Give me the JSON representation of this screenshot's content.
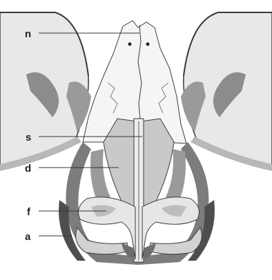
{
  "labels": {
    "n": "n",
    "s": "s",
    "d": "d",
    "f": "f",
    "a": "a"
  },
  "colors": {
    "background": "#ffffff",
    "shadow_dark": "#5e5e5e",
    "shade_mid": "#9a9a9a",
    "shade_light": "#cfcfcf",
    "bone": "#f5f5f5",
    "outline": "#3a3a3a"
  }
}
